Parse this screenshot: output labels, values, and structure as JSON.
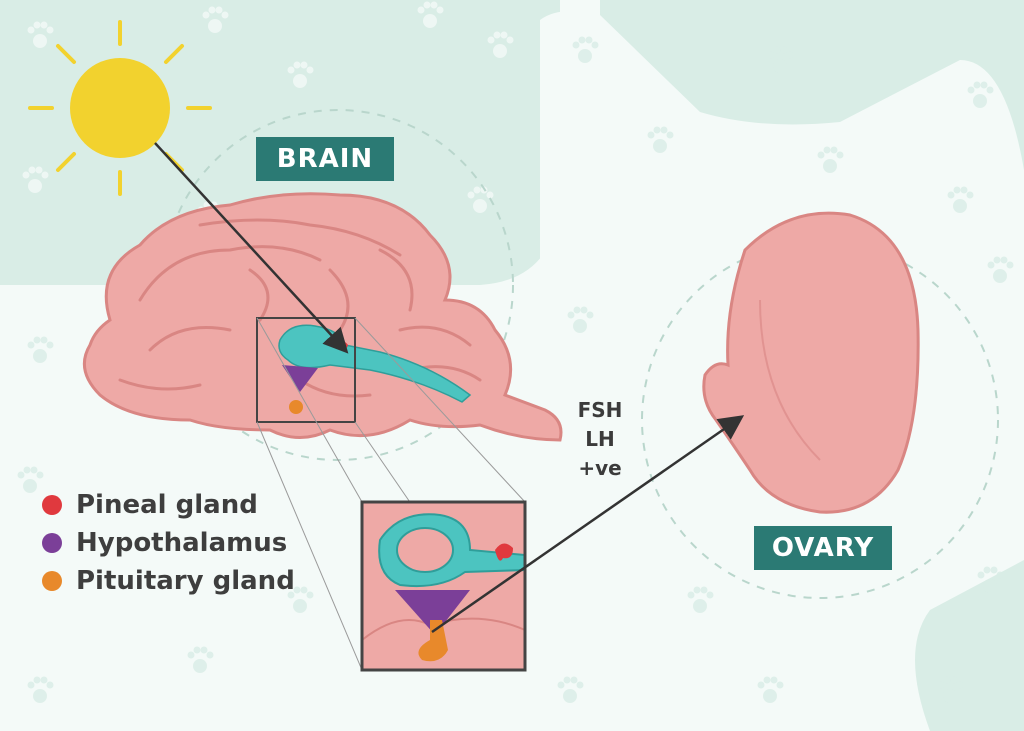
{
  "labels": {
    "brain": "BRAIN",
    "ovary": "OVARY"
  },
  "hormones": [
    "FSH",
    "LH",
    "+ve"
  ],
  "legend": [
    {
      "label": "Pineal gland",
      "color": "#e0393e"
    },
    {
      "label": "Hypothalamus",
      "color": "#7b3f98"
    },
    {
      "label": "Pituitary gland",
      "color": "#e8892b"
    }
  ],
  "colors": {
    "background": "#f4faf8",
    "mint": "#d9ede6",
    "tag": "#2b7a74",
    "brain": "#eea9a6",
    "brain_outline": "#d98683",
    "ventricle": "#4cc4c0",
    "sun": "#f2d22e",
    "arrow": "#333333"
  }
}
